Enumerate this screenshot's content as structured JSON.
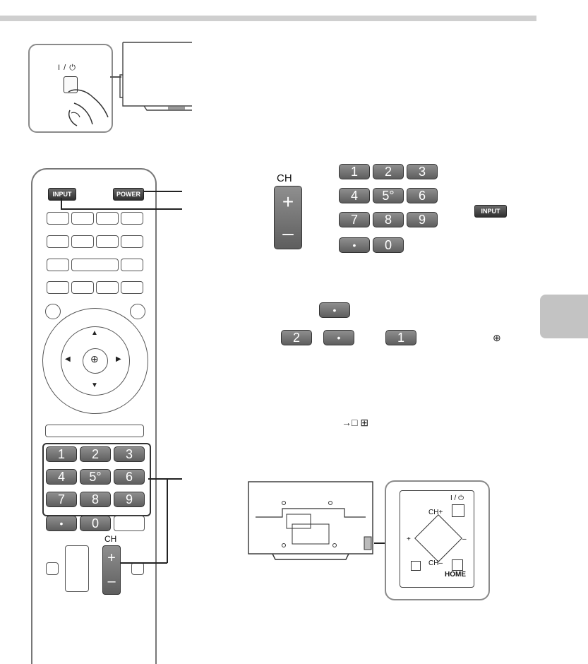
{
  "power_symbol": "I / ⏻",
  "remote": {
    "input_label": "INPUT",
    "power_label": "POWER",
    "keypad": [
      "1",
      "2",
      "3",
      "4",
      "5°",
      "6",
      "7",
      "8",
      "9",
      "•",
      "0"
    ],
    "ch_label": "CH",
    "ch_plus": "+",
    "ch_minus": "–"
  },
  "example": {
    "ch_label": "CH",
    "ch_plus": "+",
    "ch_minus": "–",
    "keypad": [
      "1",
      "2",
      "3",
      "4",
      "5°",
      "6",
      "7",
      "8",
      "9",
      "•",
      "0"
    ],
    "input_label": "INPUT",
    "dot_key": "•",
    "seq": [
      "2",
      "•",
      "1"
    ],
    "enter_icon": "⊕",
    "input_icons": "→□  ⊞"
  },
  "panel": {
    "power": "I / ⏻",
    "ch_plus": "CH+",
    "ch_minus": "CH–",
    "vol_plus": "+",
    "vol_minus": "–",
    "home": "HOME"
  }
}
